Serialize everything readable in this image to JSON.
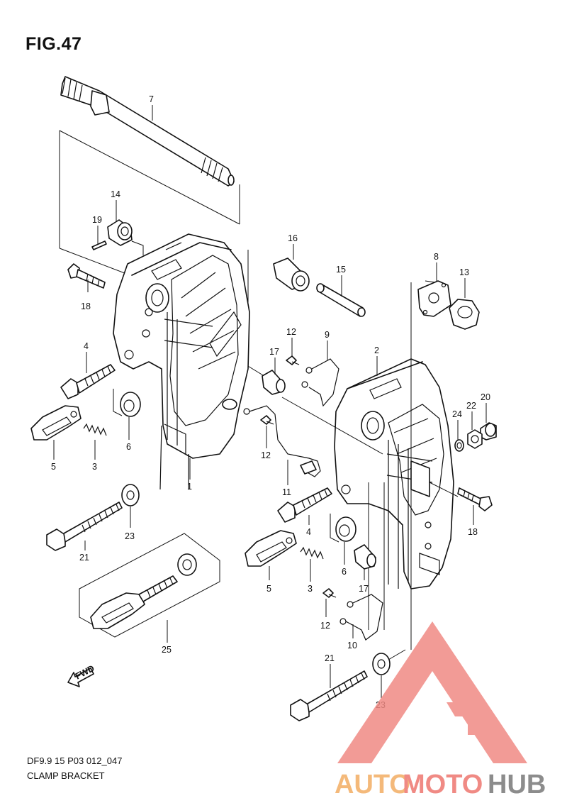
{
  "figure": {
    "title": "FIG.47"
  },
  "footer": {
    "model_code": "DF9.9 15 P03 012_047",
    "caption": "CLAMP BRACKET"
  },
  "fwd_label": "FWD",
  "callouts": [
    "1",
    "2",
    "3",
    "4",
    "5",
    "6",
    "7",
    "8",
    "9",
    "10",
    "11",
    "12",
    "13",
    "14",
    "15",
    "16",
    "17",
    "18",
    "19",
    "20",
    "21",
    "22",
    "23",
    "24",
    "25"
  ],
  "callout_map": {
    "c1": "1",
    "c2": "2",
    "c3a": "3",
    "c3b": "3",
    "c4a": "4",
    "c4b": "4",
    "c5a": "5",
    "c5b": "5",
    "c6a": "6",
    "c6b": "6",
    "c7": "7",
    "c8": "8",
    "c9": "9",
    "c10": "10",
    "c11": "11",
    "c12a": "12",
    "c12b": "12",
    "c12c": "12",
    "c13": "13",
    "c14": "14",
    "c15": "15",
    "c16": "16",
    "c17a": "17",
    "c17b": "17",
    "c18a": "18",
    "c18b": "18",
    "c19": "19",
    "c20": "20",
    "c21a": "21",
    "c21b": "21",
    "c22": "22",
    "c23a": "23",
    "c23b": "23",
    "c24": "24",
    "c25": "25"
  },
  "watermark": {
    "text_auto": "AUTO",
    "text_moto": "MOTO",
    "text_hub": "HUB",
    "color_primary": "#f08a84",
    "color_secondary": "#f4b97a",
    "color_dark": "#8c8c8c"
  }
}
